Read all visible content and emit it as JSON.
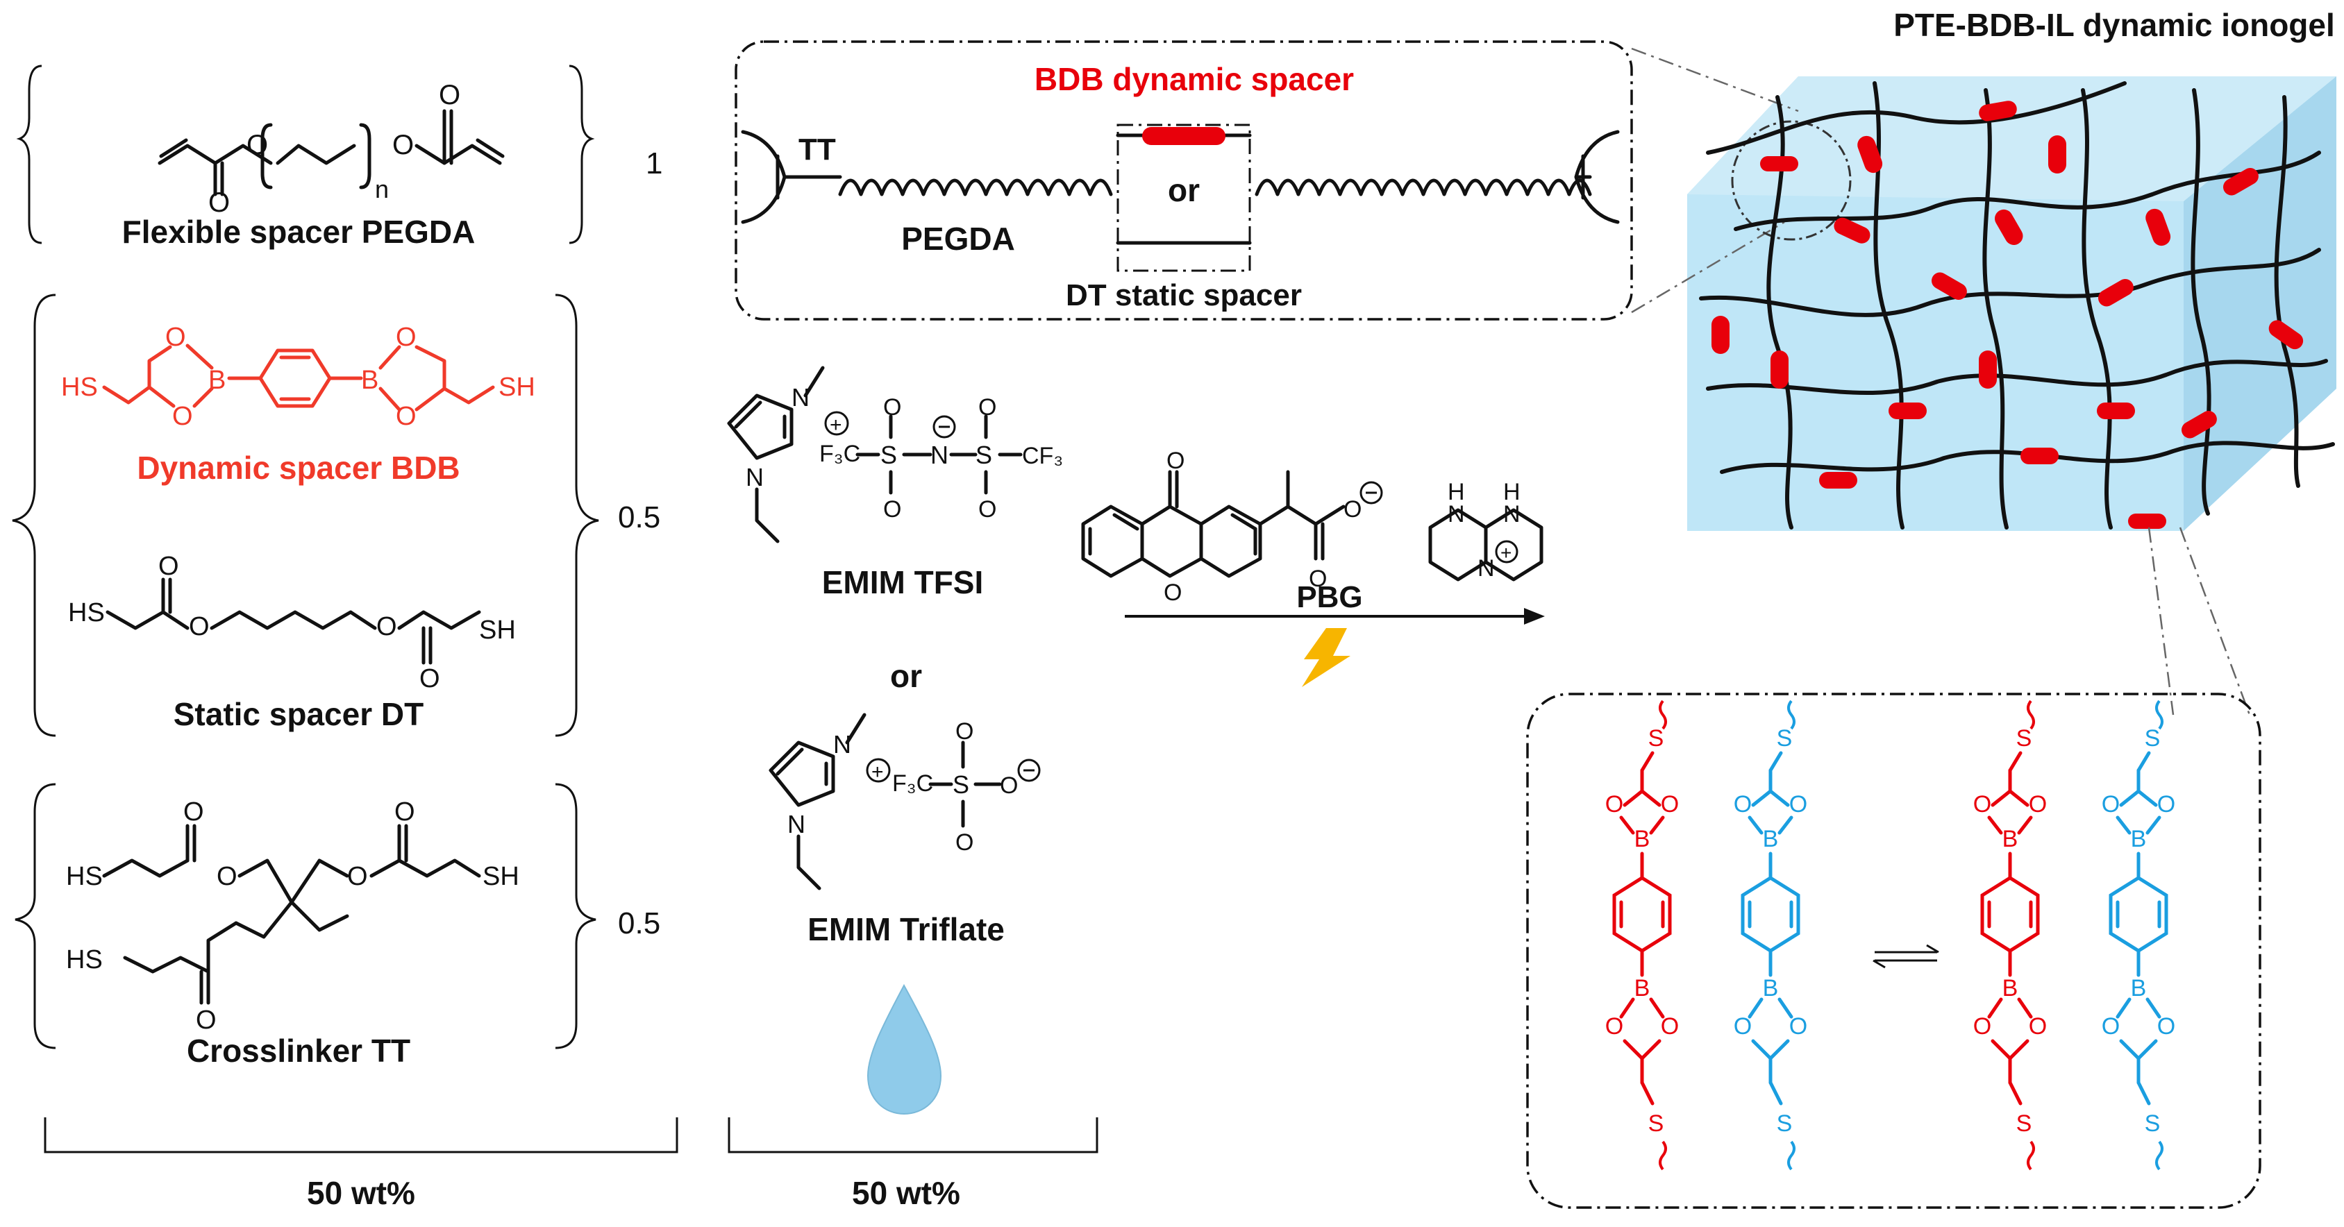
{
  "left": {
    "pegda_label": "Flexible spacer PEGDA",
    "pegda_ratio": "1",
    "bdb_label": "Dynamic spacer BDB",
    "dt_label": "Static spacer DT",
    "spacer_ratio": "0.5",
    "tt_label": "Crosslinker TT",
    "tt_ratio": "0.5",
    "pegda_n": "n",
    "bottom_label": "50 wt%"
  },
  "schematic": {
    "title": "BDB dynamic spacer",
    "tt": "TT",
    "pegda": "PEGDA",
    "or": "or",
    "dt": "DT static spacer"
  },
  "middle": {
    "emim_tfsi": "EMIM TFSI",
    "or": "or",
    "emim_triflate": "EMIM Triflate",
    "pbg": "PBG",
    "bottom_label": "50 wt%",
    "cf3": "F₃C",
    "cf3b": "CF₃",
    "s": "S",
    "n": "N",
    "o": "O",
    "h": "H"
  },
  "right": {
    "title": "PTE-BDB-IL dynamic ionogel"
  },
  "colors": {
    "red": "#e8000b",
    "blue": "#1a9ee0",
    "gel": "#bfe6f7",
    "drop": "#8fcbea"
  },
  "icons": [
    "lightning-icon",
    "droplet-icon",
    "equilibrium-arrow-icon",
    "reaction-arrow-icon"
  ]
}
